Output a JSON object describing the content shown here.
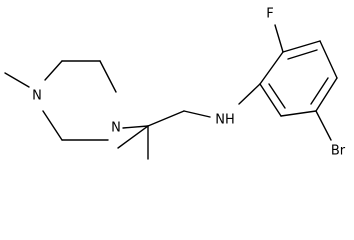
{
  "molecule": {
    "atoms": {
      "n_methyl": "N",
      "n_ring": "N",
      "nh": "NH",
      "fluorine": "F",
      "bromine": "Br"
    }
  }
}
